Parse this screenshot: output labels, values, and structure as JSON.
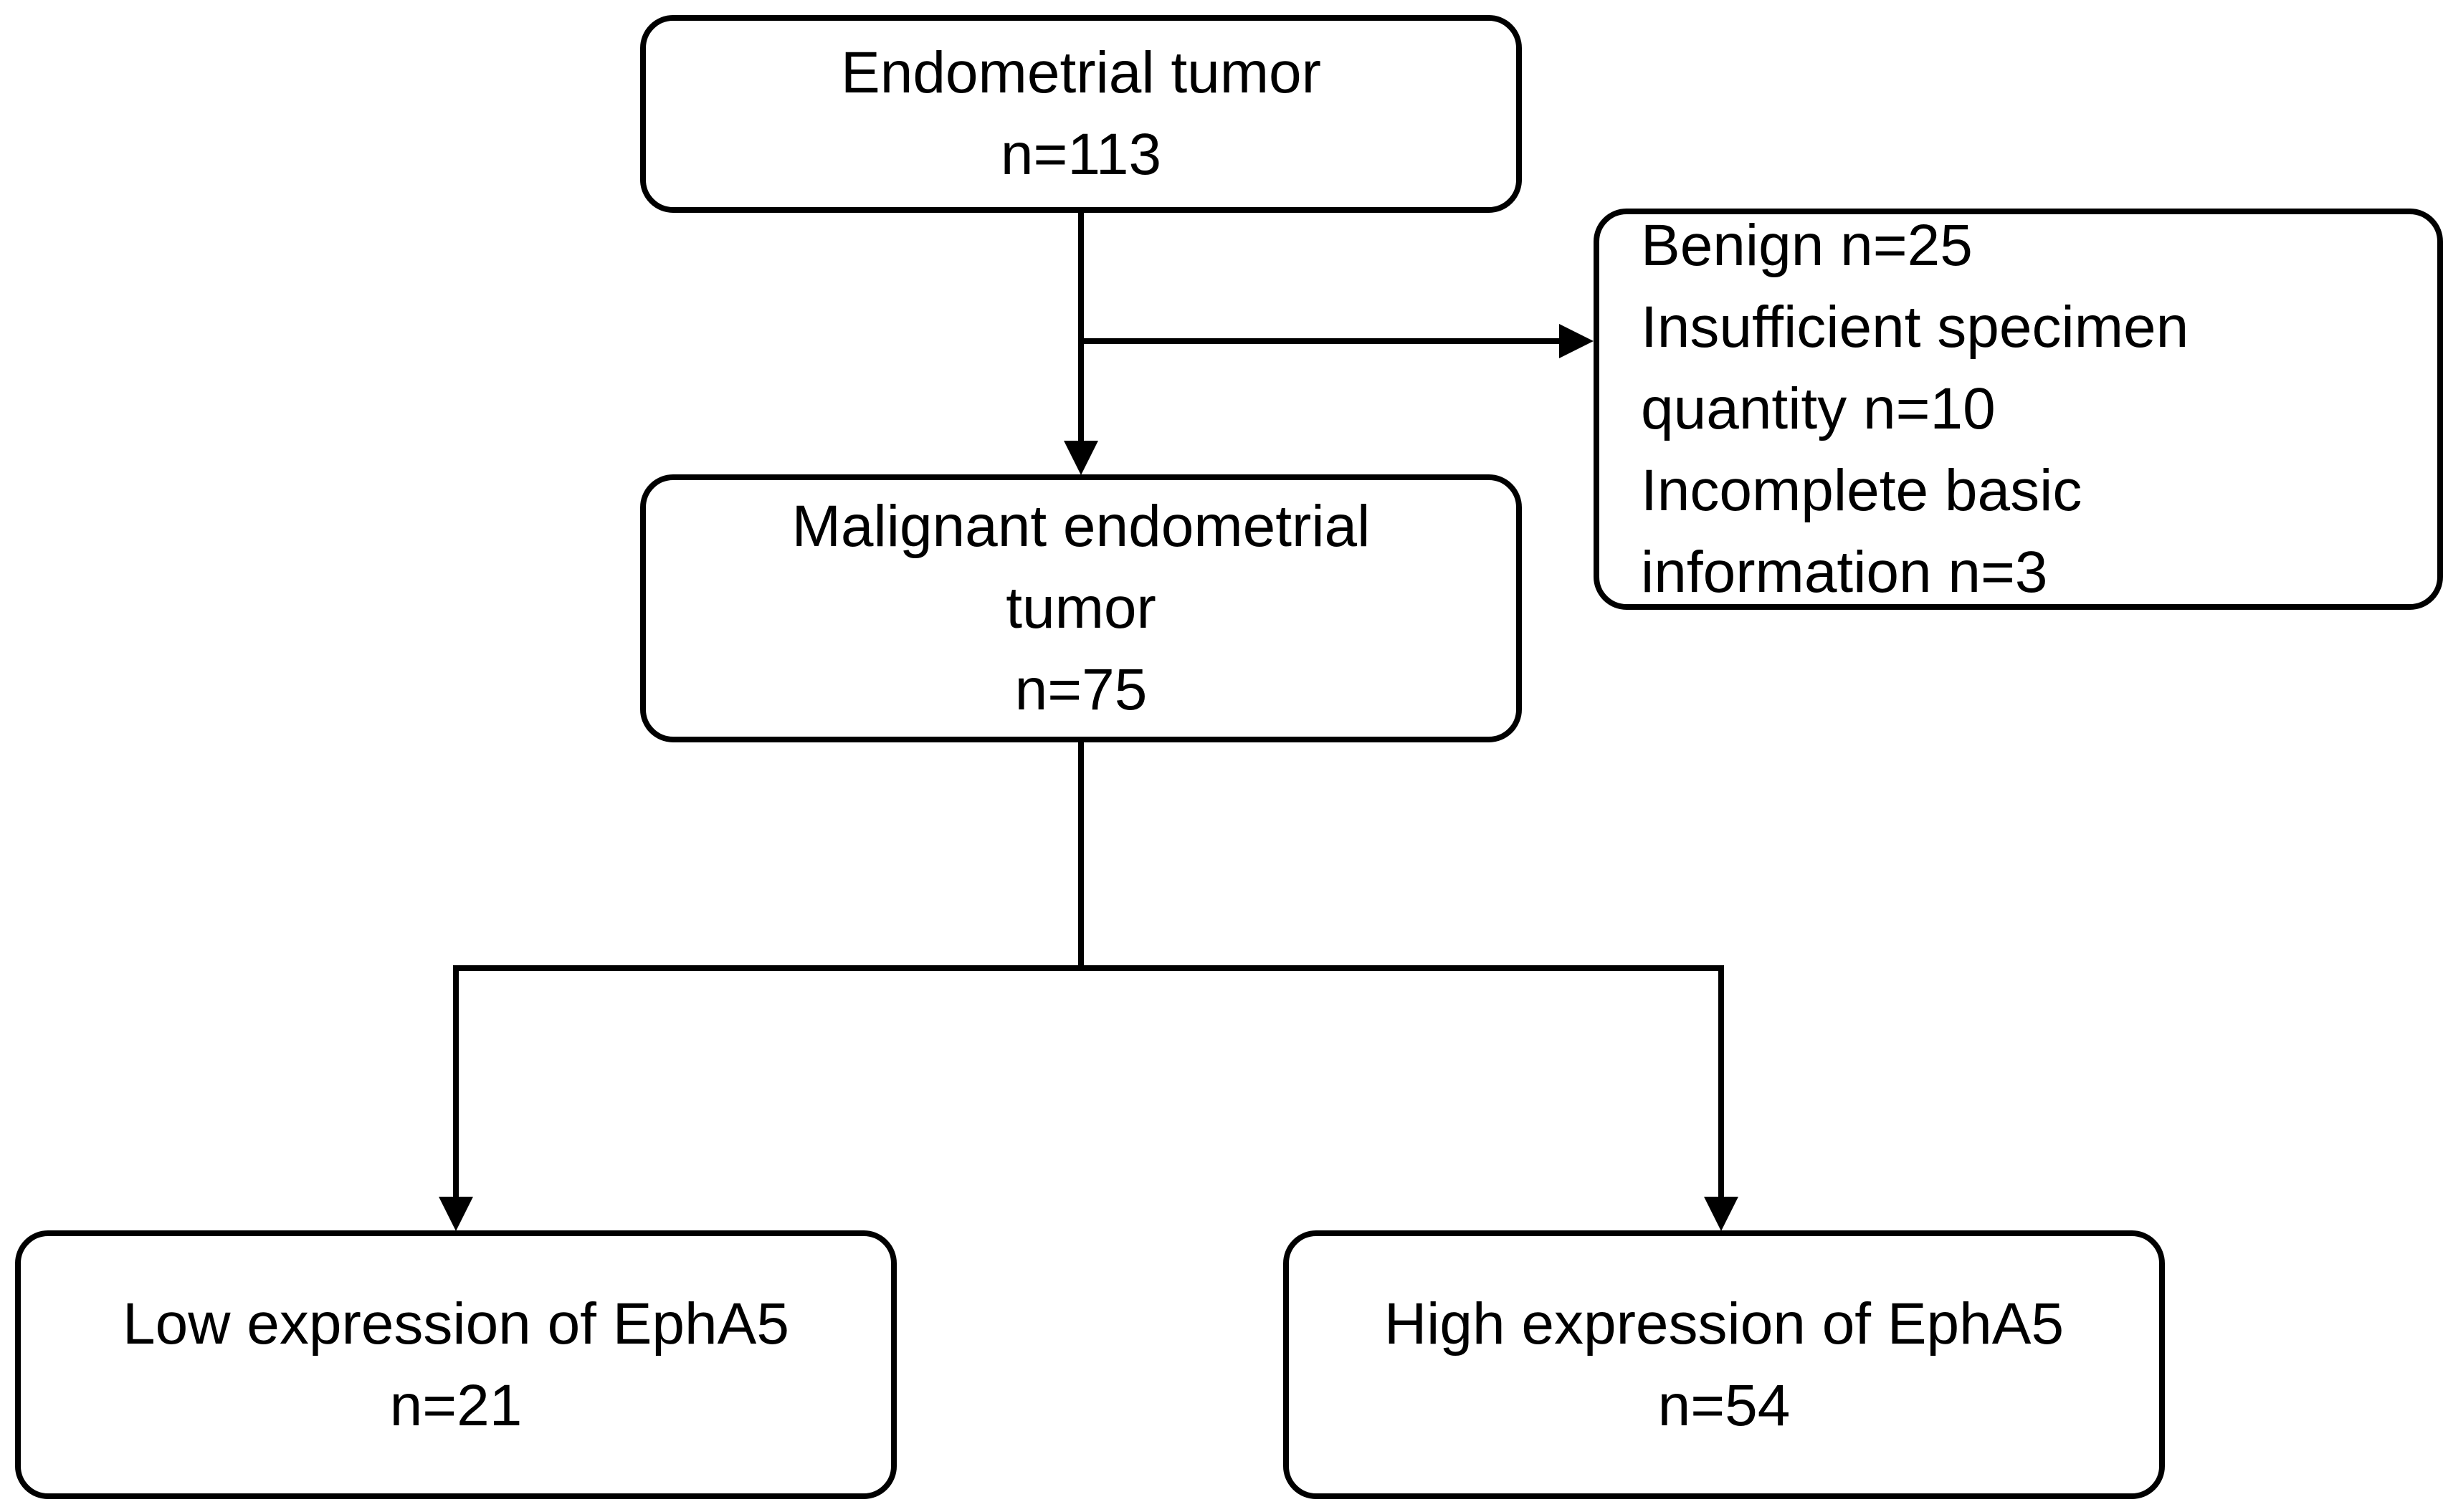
{
  "nodes": {
    "root": {
      "lines": [
        "Endometrial tumor",
        "n=113"
      ]
    },
    "excluded": {
      "lines": [
        "Benign n=25",
        "Insufficient specimen",
        "quantity n=10",
        "Incomplete basic",
        "information n=3"
      ]
    },
    "malignant": {
      "lines": [
        "Malignant endometrial",
        "tumor",
        "n=75"
      ]
    },
    "low": {
      "lines": [
        "Low expression of EphA5",
        "n=21"
      ]
    },
    "high": {
      "lines": [
        "High expression of EphA5",
        "n=54"
      ]
    }
  },
  "colors": {
    "stroke": "#000000",
    "fill": "#ffffff"
  }
}
